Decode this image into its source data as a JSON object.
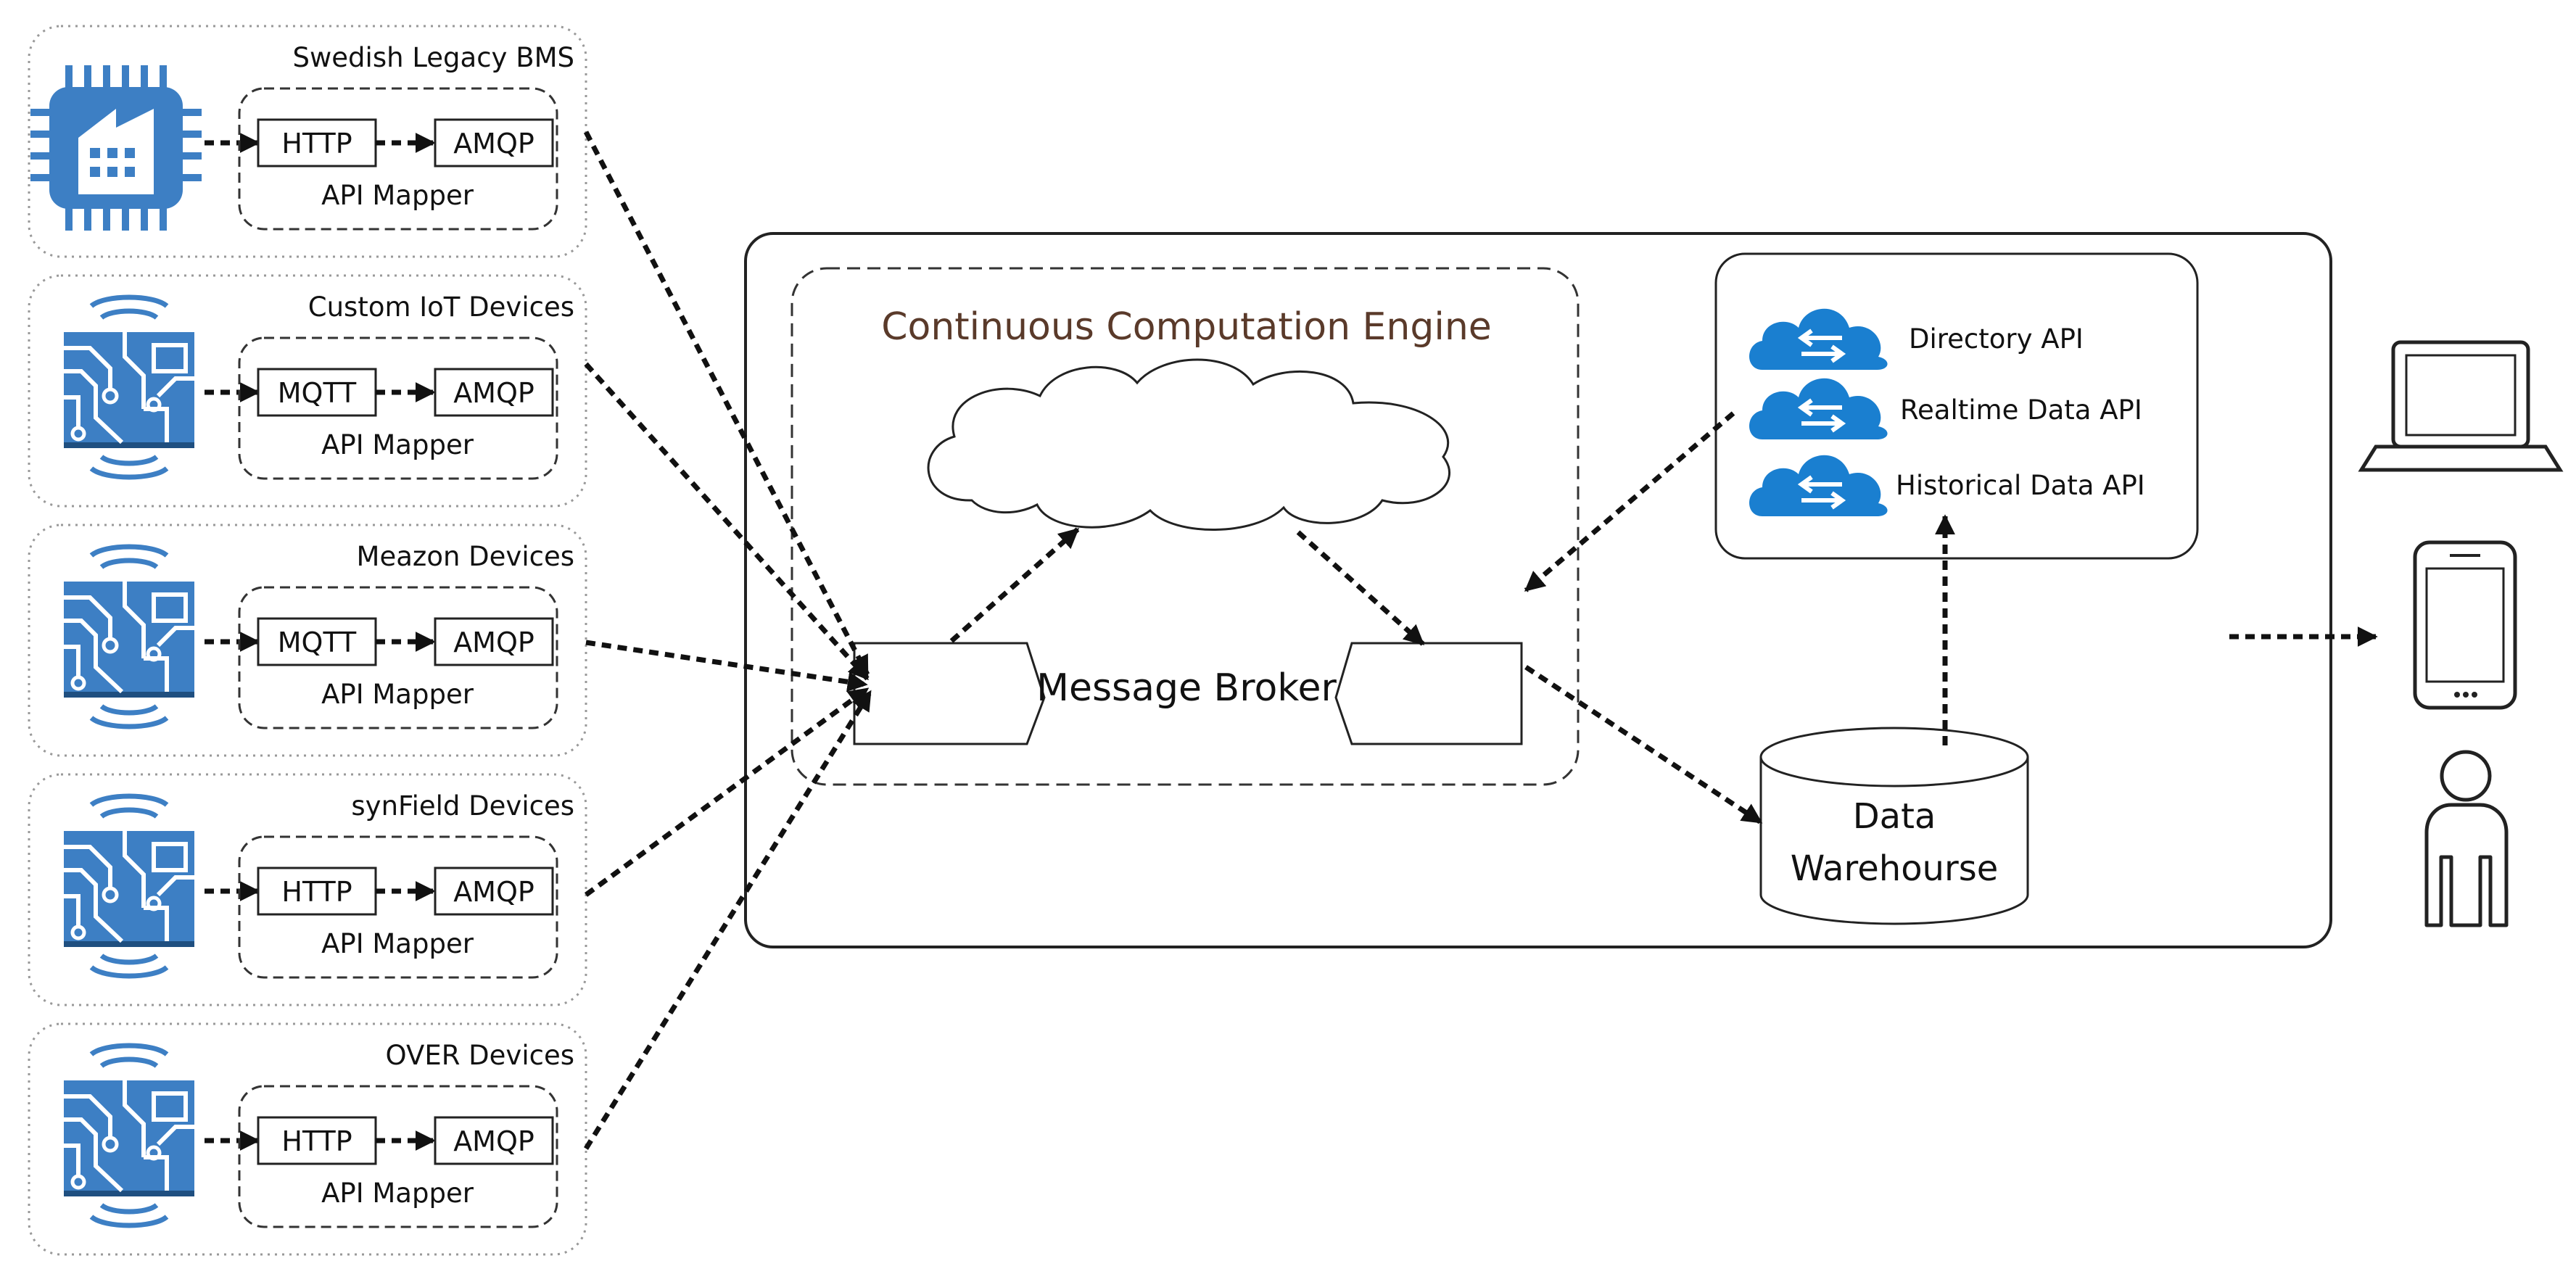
{
  "sources": [
    {
      "name": "Swedish Legacy BMS",
      "icon": "building-chip-icon",
      "input_protocol": "HTTP",
      "output_protocol": "AMQP",
      "mapper_label": "API Mapper"
    },
    {
      "name": "Custom IoT Devices",
      "icon": "iot-device-icon",
      "input_protocol": "MQTT",
      "output_protocol": "AMQP",
      "mapper_label": "API Mapper"
    },
    {
      "name": "Meazon Devices",
      "icon": "iot-device-icon",
      "input_protocol": "MQTT",
      "output_protocol": "AMQP",
      "mapper_label": "API Mapper"
    },
    {
      "name": "synField Devices",
      "icon": "iot-device-icon",
      "input_protocol": "HTTP",
      "output_protocol": "AMQP",
      "mapper_label": "API Mapper"
    },
    {
      "name": "OVER Devices",
      "icon": "iot-device-icon",
      "input_protocol": "HTTP",
      "output_protocol": "AMQP",
      "mapper_label": "API Mapper"
    }
  ],
  "engine": {
    "title": "Continuous Computation Engine"
  },
  "broker": {
    "label": "Message Broker"
  },
  "apis": [
    {
      "label": "Directory API",
      "icon": "cloud-api-icon"
    },
    {
      "label": "Realtime Data API",
      "icon": "cloud-api-icon"
    },
    {
      "label": "Historical Data API",
      "icon": "cloud-api-icon"
    }
  ],
  "warehouse": {
    "line1": "Data",
    "line2": "Warehourse"
  },
  "clients": [
    {
      "icon": "laptop-icon"
    },
    {
      "icon": "smartphone-icon"
    },
    {
      "icon": "user-icon"
    }
  ],
  "colors": {
    "icon_blue": "#3d7fc4",
    "cloud_blue": "#1a7fd0",
    "stroke": "#222222"
  }
}
